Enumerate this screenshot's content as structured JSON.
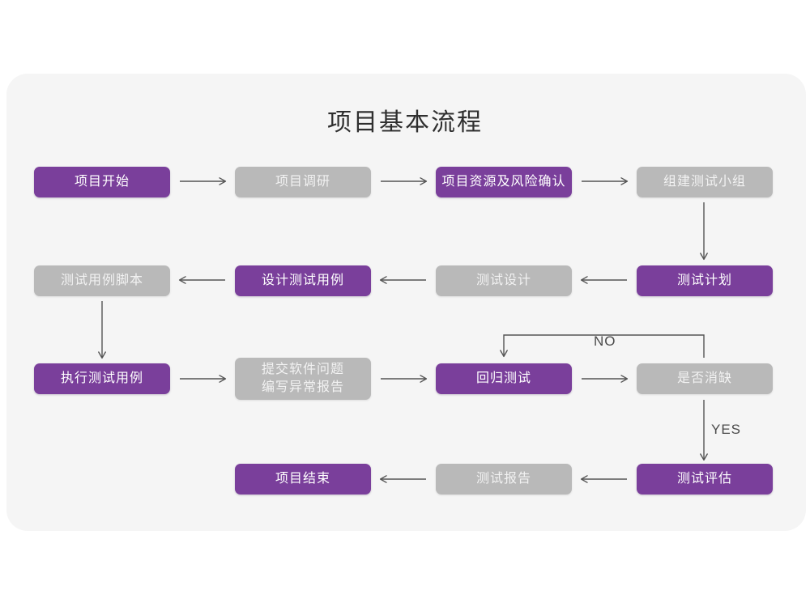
{
  "page": {
    "title": "项目基本流程",
    "background_color": "#ffffff",
    "card_color": "#f5f5f5"
  },
  "palette": {
    "purple": "#7a3f9b",
    "gray": "#b9b9b9",
    "text_on_box": "#ffffff",
    "connector": "#555555",
    "title_color": "#2f2f2f"
  },
  "nodes": [
    {
      "id": "n1",
      "label": "项目开始",
      "style": "purple",
      "row": 1,
      "col": 1
    },
    {
      "id": "n2",
      "label": "项目调研",
      "style": "gray",
      "row": 1,
      "col": 2
    },
    {
      "id": "n3",
      "label": "项目资源及风险确认",
      "style": "purple",
      "row": 1,
      "col": 3
    },
    {
      "id": "n4",
      "label": "组建测试小组",
      "style": "gray",
      "row": 1,
      "col": 4
    },
    {
      "id": "n5",
      "label": "测试用例脚本",
      "style": "gray",
      "row": 2,
      "col": 1
    },
    {
      "id": "n6",
      "label": "设计测试用例",
      "style": "purple",
      "row": 2,
      "col": 2
    },
    {
      "id": "n7",
      "label": "测试设计",
      "style": "gray",
      "row": 2,
      "col": 3
    },
    {
      "id": "n8",
      "label": "测试计划",
      "style": "purple",
      "row": 2,
      "col": 4
    },
    {
      "id": "n9",
      "label": "执行测试用例",
      "style": "purple",
      "row": 3,
      "col": 1
    },
    {
      "id": "n10",
      "label": "提交软件问题\n编写异常报告",
      "style": "gray",
      "row": 3,
      "col": 2
    },
    {
      "id": "n11",
      "label": "回归测试",
      "style": "purple",
      "row": 3,
      "col": 3
    },
    {
      "id": "n12",
      "label": "是否消缺",
      "style": "gray",
      "row": 3,
      "col": 4
    },
    {
      "id": "n13",
      "label": "项目结束",
      "style": "purple",
      "row": 4,
      "col": 2
    },
    {
      "id": "n14",
      "label": "测试报告",
      "style": "gray",
      "row": 4,
      "col": 3
    },
    {
      "id": "n15",
      "label": "测试评估",
      "style": "purple",
      "row": 4,
      "col": 4
    }
  ],
  "edge_labels": {
    "no": "NO",
    "yes": "YES"
  },
  "flow_order": [
    "项目开始",
    "项目调研",
    "项目资源及风险确认",
    "组建测试小组",
    "测试计划",
    "测试设计",
    "设计测试用例",
    "测试用例脚本",
    "执行测试用例",
    "提交软件问题/编写异常报告",
    "回归测试",
    "是否消缺",
    "测试评估",
    "测试报告",
    "项目结束"
  ]
}
